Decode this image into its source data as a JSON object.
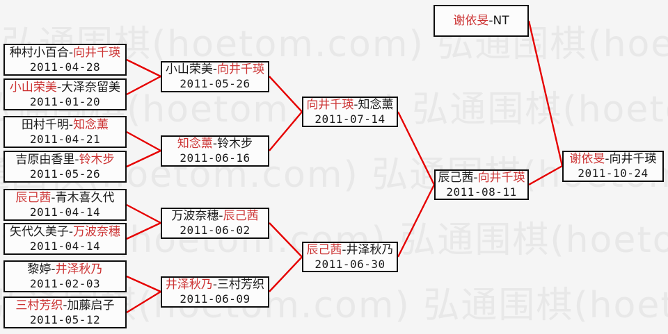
{
  "watermark": {
    "text": "弘通围棋(hoetom.com)",
    "row": "弘通围棋(hoetom.com) 弘通围棋(hoetom.com) 弘通围棋(hoetom.com)"
  },
  "colors": {
    "background": "#f5f5f5",
    "watermark_gray": "#e8e8e8",
    "box_border": "#0d0d0d",
    "winner_red": "#cc3333",
    "connector_red": "#e60000"
  },
  "matches": {
    "r1": [
      {
        "pre": "种村小百合-",
        "win": "向井千瑛",
        "post": "",
        "date": "2011-04-28"
      },
      {
        "pre": "",
        "win": "小山荣美",
        "post": "-大泽奈留美",
        "date": "2011-01-20"
      },
      {
        "pre": "田村千明-",
        "win": "知念薰",
        "post": "",
        "date": "2011-04-21"
      },
      {
        "pre": "吉原由香里-",
        "win": "铃木步",
        "post": "",
        "date": "2011-05-26"
      },
      {
        "pre": "",
        "win": "辰己茜",
        "post": "-青木喜久代",
        "date": "2011-04-14"
      },
      {
        "pre": "矢代久美子-",
        "win": "万波奈穗",
        "post": "",
        "date": "2011-04-14"
      },
      {
        "pre": "黎婷-",
        "win": "井泽秋乃",
        "post": "",
        "date": "2011-02-03"
      },
      {
        "pre": "",
        "win": "三村芳织",
        "post": "-加藤启子",
        "date": "2011-05-12"
      }
    ],
    "r2": [
      {
        "pre": "小山荣美-",
        "win": "向井千瑛",
        "post": "",
        "date": "2011-05-26"
      },
      {
        "pre": "",
        "win": "知念薰",
        "post": "-铃木步",
        "date": "2011-06-16"
      },
      {
        "pre": "万波奈穗-",
        "win": "辰己茜",
        "post": "",
        "date": "2011-06-02"
      },
      {
        "pre": "",
        "win": "井泽秋乃",
        "post": "-三村芳织",
        "date": "2011-06-09"
      }
    ],
    "r3": [
      {
        "pre": "",
        "win": "向井千瑛",
        "post": "-知念薰",
        "date": "2011-07-14"
      },
      {
        "pre": "",
        "win": "辰己茜",
        "post": "-井泽秋乃",
        "date": "2011-06-30"
      }
    ],
    "r4": [
      {
        "pre": "辰己茜-",
        "win": "向井千瑛",
        "post": "",
        "date": "2011-08-11"
      }
    ],
    "titleholder": {
      "pre": "",
      "win": "谢依旻",
      "post": "-NT"
    },
    "final": {
      "pre": "",
      "win": "谢依旻",
      "post": "-向井千瑛",
      "date": "2011-10-24"
    }
  }
}
